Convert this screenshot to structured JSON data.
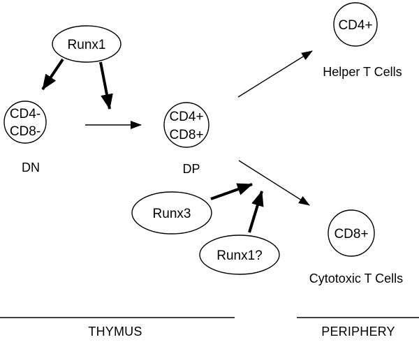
{
  "nodes": {
    "runx1_top": {
      "label": "Runx1"
    },
    "dn": {
      "line1": "CD4-",
      "line2": "CD8-"
    },
    "dp": {
      "line1": "CD4+",
      "line2": "CD8+"
    },
    "cd4": {
      "label": "CD4+"
    },
    "cd8": {
      "label": "CD8+"
    },
    "runx3": {
      "label": "Runx3"
    },
    "runx1_q": {
      "label": "Runx1?"
    }
  },
  "captions": {
    "dn": "DN",
    "dp": "DP",
    "helper": "Helper T Cells",
    "cytotoxic": "Cytotoxic T Cells"
  },
  "regions": {
    "thymus": "THYMUS",
    "periphery": "PERIPHERY"
  },
  "colors": {
    "stroke": "#000000",
    "background": "#ffffff"
  }
}
